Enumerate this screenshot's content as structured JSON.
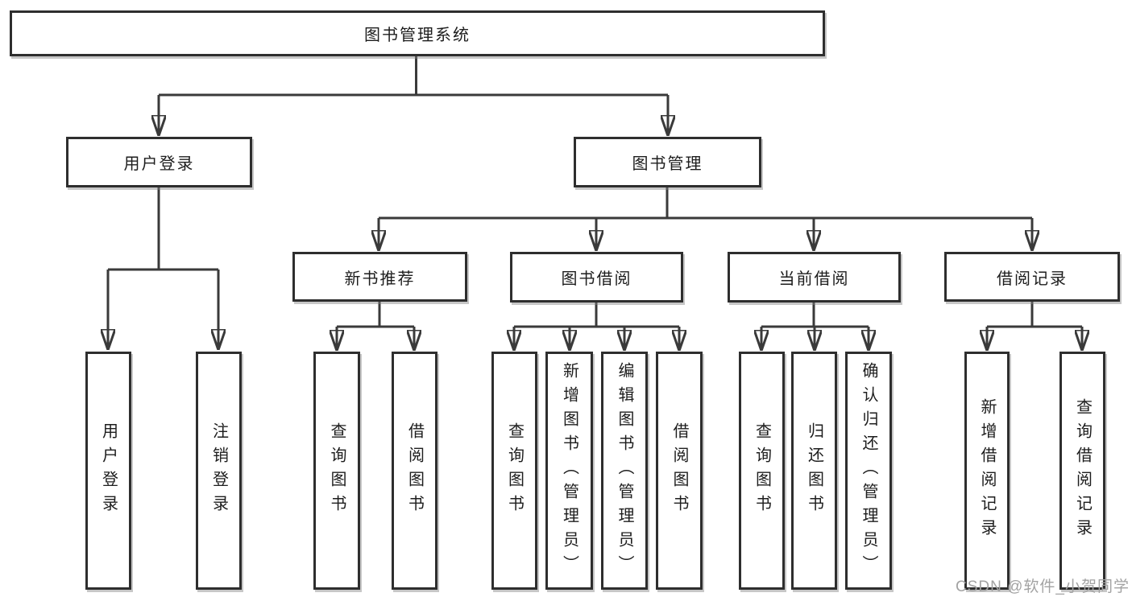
{
  "diagram": {
    "title_node": {
      "label": "图书管理系统"
    },
    "level2": [
      {
        "label": "用户登录"
      },
      {
        "label": "图书管理"
      }
    ],
    "level3": [
      {
        "label": "新书推荐"
      },
      {
        "label": "图书借阅"
      },
      {
        "label": "当前借阅"
      },
      {
        "label": "借阅记录"
      }
    ],
    "leaves": [
      {
        "label": "用户登录",
        "parent": "用户登录"
      },
      {
        "label": "注销登录",
        "parent": "用户登录"
      },
      {
        "label": "查询图书",
        "parent": "新书推荐"
      },
      {
        "label": "借阅图书",
        "parent": "新书推荐"
      },
      {
        "label": "查询图书",
        "parent": "图书借阅"
      },
      {
        "label": "新增图书（管理员）",
        "parent": "图书借阅"
      },
      {
        "label": "编辑图书（管理员）",
        "parent": "图书借阅"
      },
      {
        "label": "借阅图书",
        "parent": "图书借阅"
      },
      {
        "label": "查询图书",
        "parent": "当前借阅"
      },
      {
        "label": "归还图书",
        "parent": "当前借阅"
      },
      {
        "label": "确认归还（管理员）",
        "parent": "当前借阅"
      },
      {
        "label": "新增借阅记录",
        "parent": "借阅记录"
      },
      {
        "label": "查询借阅记录",
        "parent": "借阅记录"
      }
    ]
  },
  "watermark": {
    "text": "CSDN @软件_小贺同学"
  },
  "colors": {
    "line": "#3a3a3a",
    "box_border": "#2e2e2e",
    "box_fill": "#ffffff",
    "text": "#1d1d1d",
    "watermark": "#a3a3a3",
    "background": "#ffffff"
  }
}
